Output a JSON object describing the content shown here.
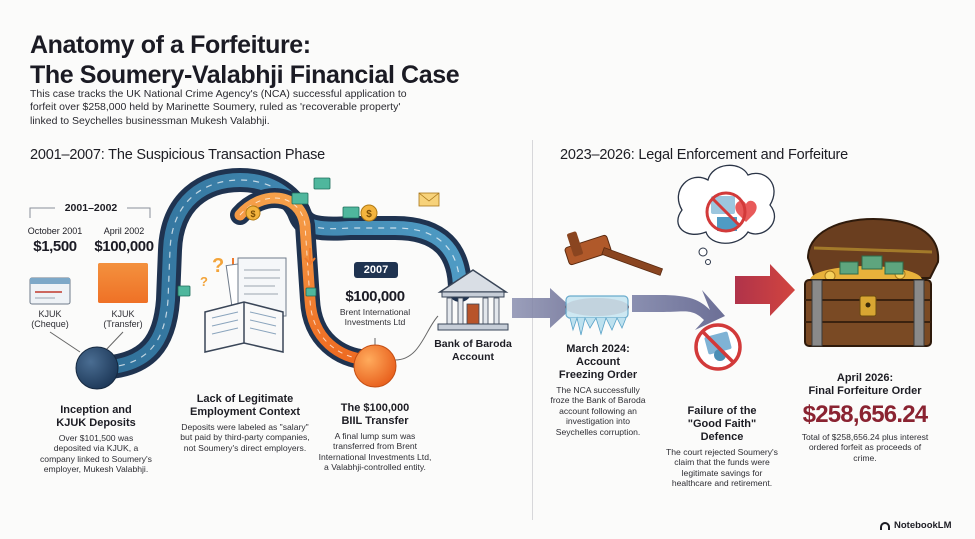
{
  "header": {
    "title_line1": "Anatomy of a Forfeiture:",
    "title_line2": "The Soumery-Valabhji Financial Case",
    "intro": "This case tracks the UK National Crime Agency's (NCA) successful application to forfeit over $258,000 held by Marinette Soumery, ruled as 'recoverable property' linked to Seychelles businessman Mukesh Valabhji."
  },
  "phase1": {
    "heading": "2001–2007: The Suspicious Transaction Phase",
    "range_badge": "2001–2002",
    "deposit1": {
      "date": "October 2001",
      "amount": "$1,500",
      "source": "KJUK",
      "type": "(Cheque)"
    },
    "deposit2": {
      "date": "April 2002",
      "amount": "$100,000",
      "source": "KJUK",
      "type": "(Transfer)"
    },
    "step1": {
      "title_line1": "Inception and",
      "title_line2": "KJUK Deposits",
      "text": "Over $101,500 was deposited via KJUK, a company linked to Soumery's employer, Mukesh Valabhji."
    },
    "step2": {
      "title_line1": "Lack of Legitimate",
      "title_line2": "Employment Context",
      "text": "Deposits were labeled as \"salary\" but paid by third-party companies, not Soumery's direct employers."
    },
    "year_badge": "2007",
    "transfer": {
      "amount": "$100,000",
      "source_line1": "Brent International",
      "source_line2": "Investments Ltd"
    },
    "step3": {
      "title_line1": "The $100,000",
      "title_line2": "BIIL Transfer",
      "text": "A final lump sum was transferred from Brent International Investments Ltd, a Valabhji-controlled entity."
    },
    "bank": {
      "line1": "Bank of Baroda",
      "line2": "Account"
    }
  },
  "phase2": {
    "heading": "2023–2026: Legal Enforcement and Forfeiture",
    "freeze": {
      "title_line1": "March 2024:",
      "title_line2": "Account",
      "title_line3": "Freezing Order",
      "text": "The NCA successfully froze the Bank of Baroda account following an investigation into Seychelles corruption."
    },
    "defence": {
      "title_line1": "Failure of the",
      "title_line2": "\"Good Faith\" Defence",
      "text": "The court rejected Soumery's claim that the funds were legitimate savings for healthcare and retirement."
    },
    "final": {
      "title_line1": "April 2026:",
      "title_line2": "Final Forfeiture Order",
      "amount": "$258,656.24",
      "text": "Total of $258,656.24 plus interest ordered forfeit as proceeds of crime."
    }
  },
  "footer": {
    "brand": "NotebookLM"
  },
  "colors": {
    "navy": "#1f3350",
    "teal": "#4a8fb5",
    "orange": "#f07a2c",
    "maroon": "#8a2331"
  }
}
